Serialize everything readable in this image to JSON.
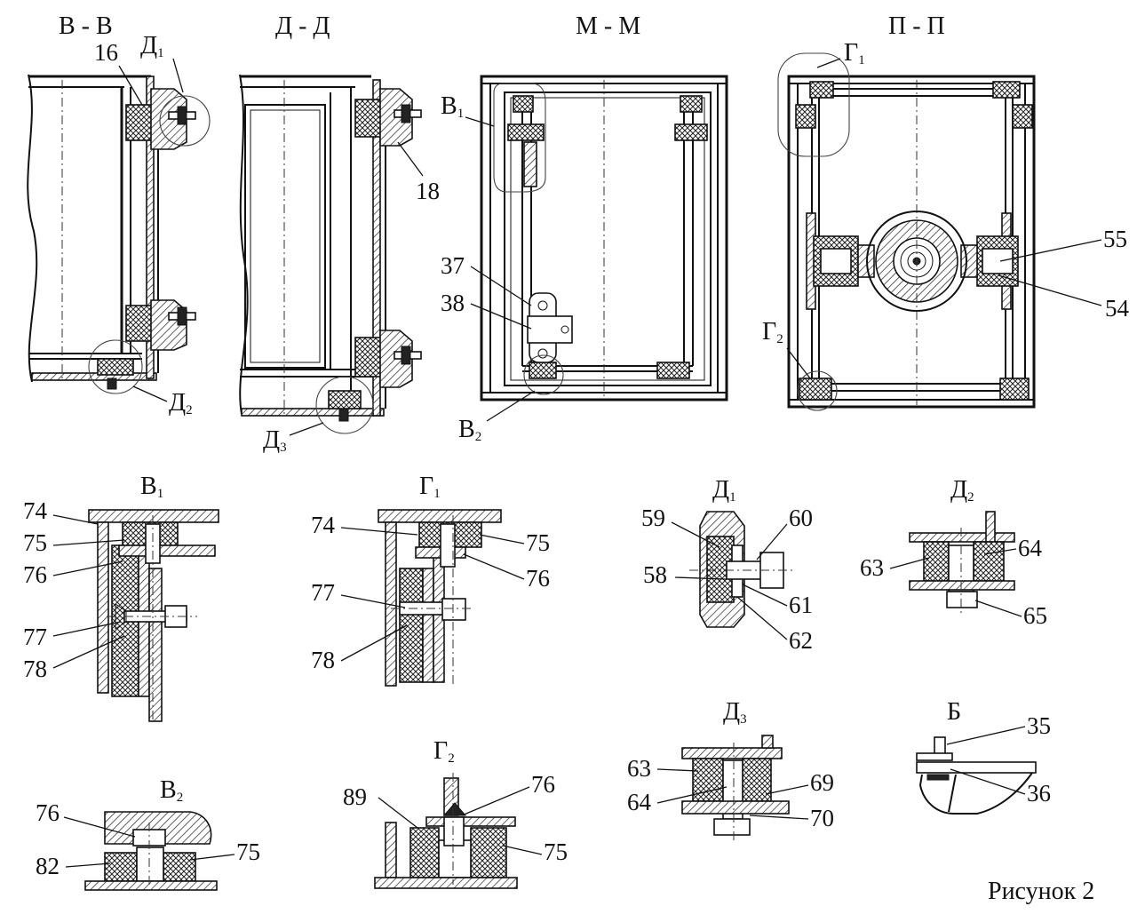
{
  "sections": {
    "vv": {
      "title": "В - В"
    },
    "dd": {
      "title": "Д - Д"
    },
    "mm": {
      "title": "М - М"
    },
    "pp": {
      "title": "П - П"
    }
  },
  "details": {
    "v1": {
      "letter": "В",
      "index": "1"
    },
    "g1": {
      "letter": "Г",
      "index": "1"
    },
    "d1": {
      "letter": "Д",
      "index": "1"
    },
    "d2": {
      "letter": "Д",
      "index": "2"
    },
    "v2": {
      "letter": "В",
      "index": "2"
    },
    "g2": {
      "letter": "Г",
      "index": "2"
    },
    "d3": {
      "letter": "Д",
      "index": "3"
    },
    "b": {
      "letter": "Б"
    }
  },
  "callouts": {
    "vv_d1": {
      "letter": "Д",
      "index": "1"
    },
    "vv_d2": {
      "letter": "Д",
      "index": "2"
    },
    "dd_d3": {
      "letter": "Д",
      "index": "3"
    },
    "mm_v1": {
      "letter": "В",
      "index": "1"
    },
    "mm_v2": {
      "letter": "В",
      "index": "2"
    },
    "pp_g1": {
      "letter": "Г",
      "index": "1"
    },
    "pp_g2": {
      "letter": "Г",
      "index": "2"
    }
  },
  "labels": {
    "l16": "16",
    "l18": "18",
    "l37": "37",
    "l38": "38",
    "l55": "55",
    "l54": "54",
    "v1_74": "74",
    "v1_75": "75",
    "v1_76": "76",
    "v1_77": "77",
    "v1_78": "78",
    "g1_74": "74",
    "g1_75": "75",
    "g1_76": "76",
    "g1_77": "77",
    "g1_78": "78",
    "d1_59": "59",
    "d1_60": "60",
    "d1_58": "58",
    "d1_61": "61",
    "d1_62": "62",
    "d2_63": "63",
    "d2_64": "64",
    "d2_65": "65",
    "v2_76": "76",
    "v2_82": "82",
    "v2_75": "75",
    "g2_89": "89",
    "g2_76": "76",
    "g2_75": "75",
    "d3_63": "63",
    "d3_64": "64",
    "d3_69": "69",
    "d3_70": "70",
    "b_35": "35",
    "b_36": "36"
  },
  "caption": "Рисунок 2"
}
